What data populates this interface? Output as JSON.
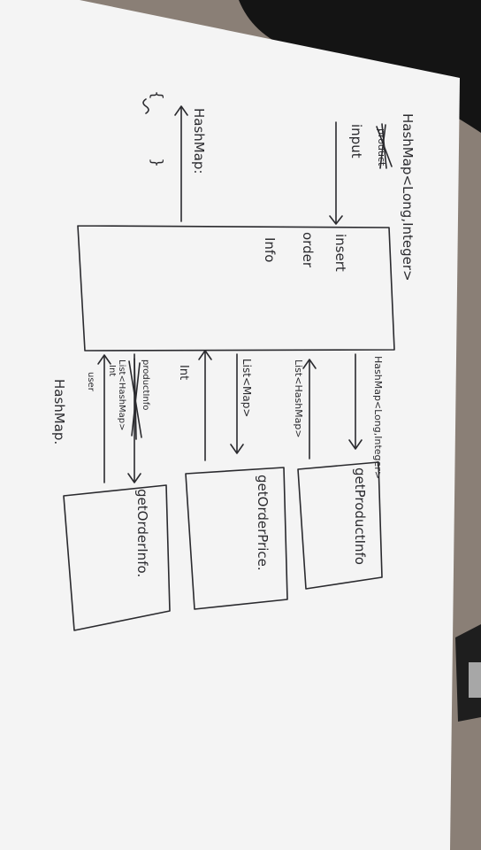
{
  "photo": {
    "desk_color": "#8a7f76",
    "paper_color": "#f4f4f4",
    "ink_color": "#2a2a2e"
  },
  "diagram": {
    "main_box": {
      "labels": [
        "insert",
        "order",
        "Info"
      ]
    },
    "input_arrow": {
      "type_label": "HashMap<Long,Integer>",
      "crossed_word": "product",
      "label": "input"
    },
    "output_arrow": {
      "label": "HashMap:",
      "braces": "{ }"
    },
    "product_call": {
      "request_label": "HashMap<Long,Integer>",
      "response_label": "List<HashMap>",
      "box_label": "getProductInfo"
    },
    "price_call": {
      "request_label": "List<Map>",
      "response_label": "Int",
      "box_label": "getOrderPrice."
    },
    "order_call": {
      "crossed_label": "productInfo",
      "request_label": "List<HashMap>",
      "request_params": [
        "Int",
        "user"
      ],
      "box_label": "getOrderInfo."
    },
    "footer_label": "HashMap."
  }
}
